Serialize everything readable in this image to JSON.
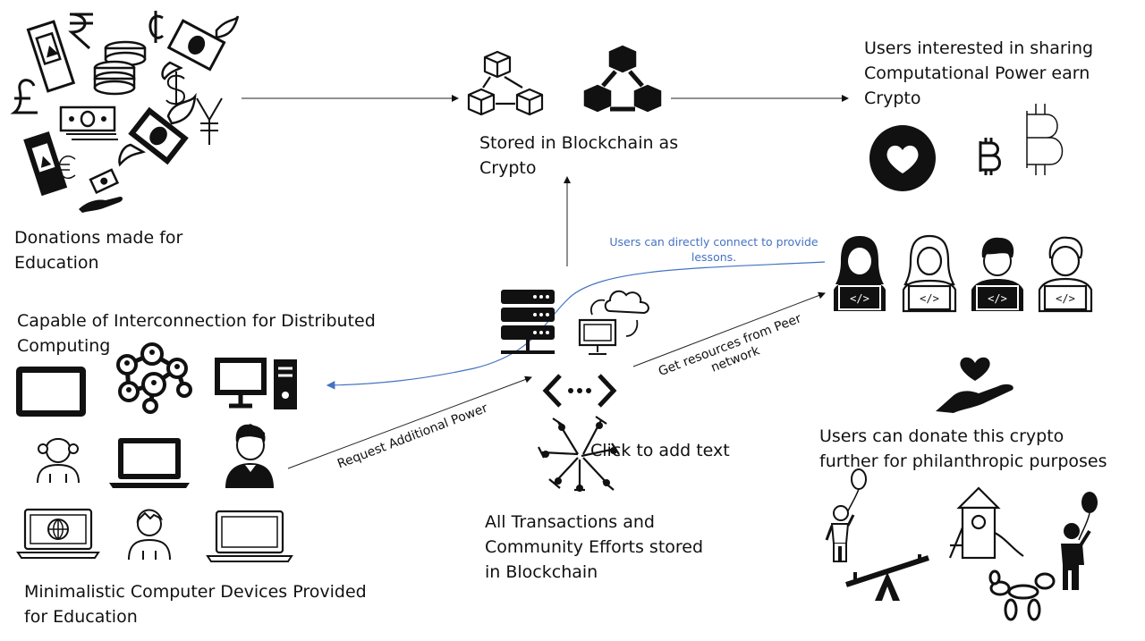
{
  "labels": {
    "donations": "Donations made for\nEducation",
    "stored": "Stored in Blockchain as\nCrypto",
    "users_sharing": "Users interested in sharing\nComputational Power earn\nCrypto",
    "interconnection": "Capable of Interconnection for Distributed\nComputing",
    "minimalistic": "Minimalistic Computer Devices Provided\nfor Education",
    "transactions": "All Transactions and\nCommunity Efforts stored\nin Blockchain",
    "click_text": "Click to add text",
    "donate_crypto": "Users can donate this crypto\nfurther for philanthropic purposes",
    "connect_lessons": "Users can directly connect to provide\nlessons.",
    "get_resources": "Get resources from Peer\nnetwork",
    "request_power": "Request Additional Power"
  },
  "icons": {
    "currency": [
      "rupee-icon",
      "cent-icon",
      "pound-icon",
      "dollar-icon",
      "yen-icon",
      "euro-icon",
      "coins-icon",
      "flying-money-icon",
      "banknote-icon",
      "hand-money-icon"
    ],
    "blockchain": [
      "blocks-outline-icon",
      "blocks-filled-icon"
    ],
    "crypto": [
      "heart-circle-icon",
      "bitcoin-small-icon",
      "bitcoin-large-icon"
    ],
    "developers": [
      "developer-female-filled-icon",
      "developer-female-outline-icon",
      "developer-male-filled-icon",
      "developer-male-outline-icon"
    ],
    "devices": [
      "tablet-icon",
      "network-people-icon",
      "desktop-pc-icon",
      "girl-icon",
      "laptop-icon",
      "boy-filled-icon",
      "laptop-globe-icon",
      "boy-outline-icon",
      "laptop-outline-icon"
    ],
    "center": [
      "server-icon",
      "cloud-computer-icon",
      "code-icon",
      "hands-together-icon"
    ],
    "charity": [
      "hand-heart-icon",
      "child-balloon-icon",
      "playground-icon",
      "seesaw-icon",
      "balloon-dog-icon",
      "child-balloon-filled-icon"
    ]
  },
  "colors": {
    "ink": "#111111",
    "note": "#4472c4"
  }
}
